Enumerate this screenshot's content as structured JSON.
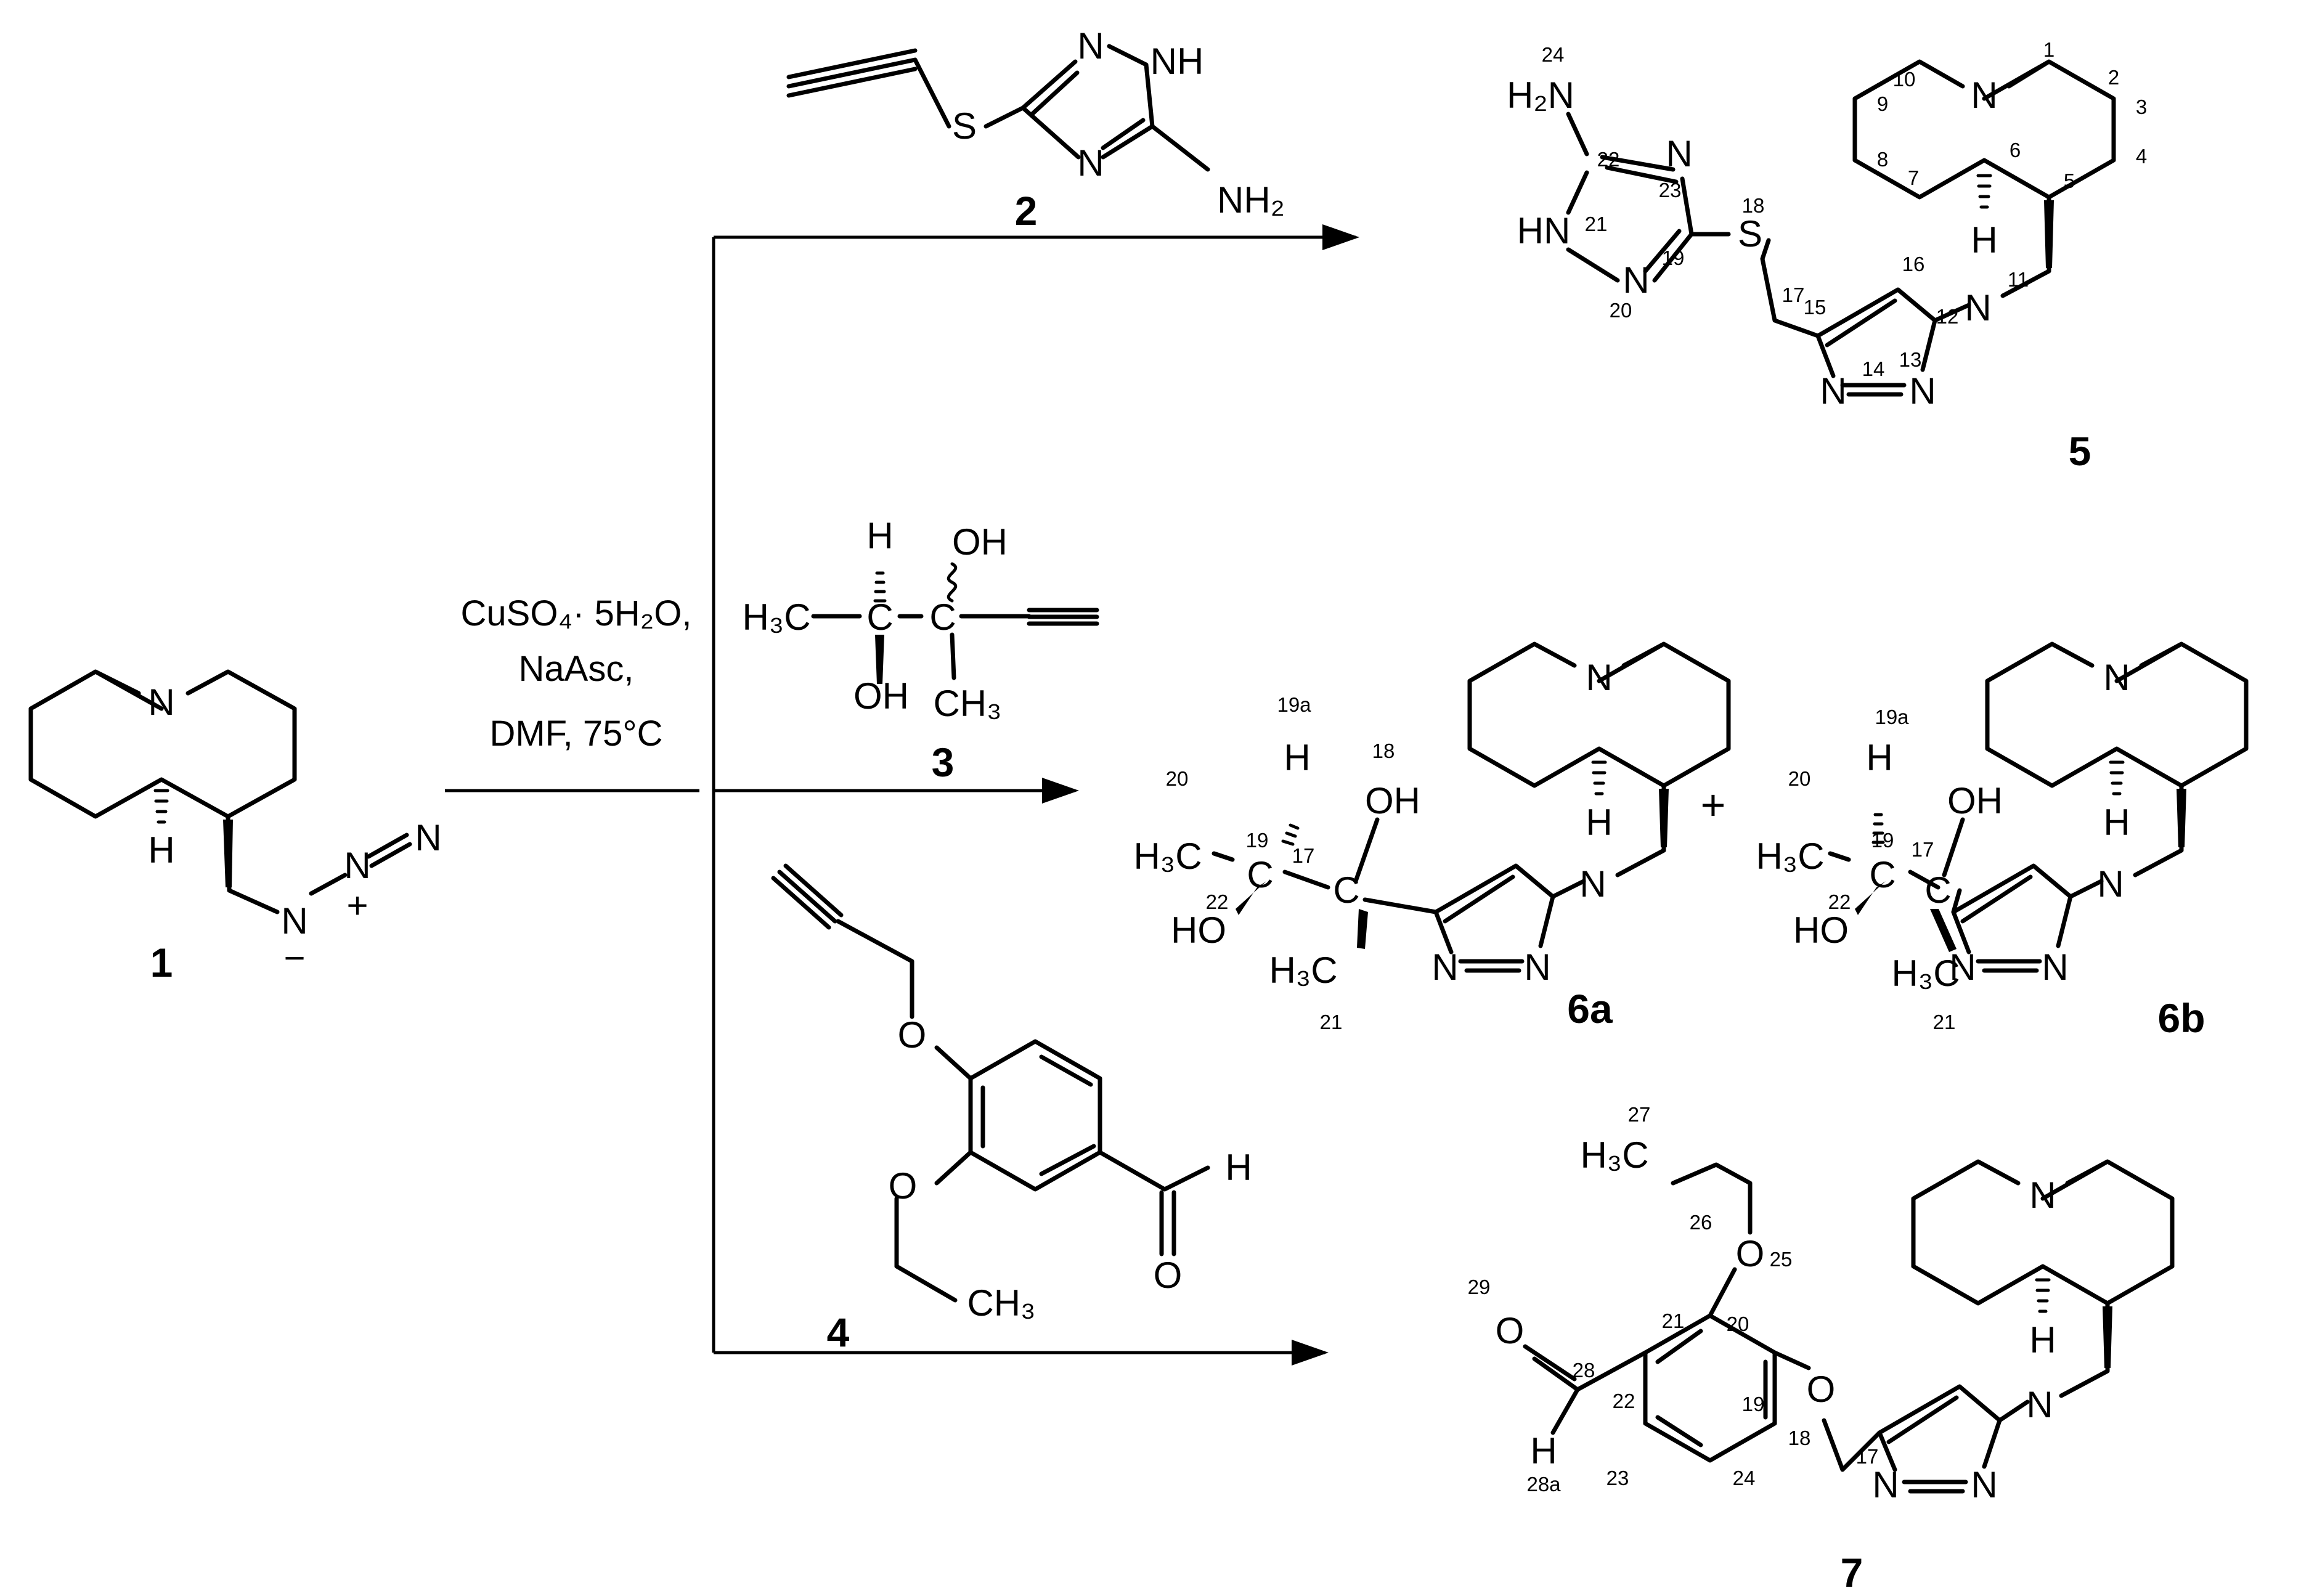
{
  "conditions": {
    "line1": "CuSO₄· 5H₂O,",
    "line2": "NaAsc,",
    "line3": "DMF, 75°C"
  },
  "compound_labels": {
    "c1": "1",
    "c2": "2",
    "c3": "3",
    "c4": "4",
    "c5": "5",
    "c6a": "6a",
    "c6b": "6b",
    "c7": "7"
  },
  "atom_labels": {
    "n": "N",
    "h": "H",
    "s": "S",
    "o": "O",
    "c": "C",
    "nh": "NH",
    "hn": "HN",
    "nh2": "NH₂",
    "h2n": "H₂N",
    "oh": "OH",
    "ho": "HO",
    "ch3": "CH₃",
    "h3c": "H₃C",
    "plus": "+",
    "minus": "−",
    "sum": "+"
  },
  "numbering": {
    "c5": [
      "1",
      "2",
      "3",
      "4",
      "5",
      "6",
      "7",
      "8",
      "9",
      "10",
      "11",
      "12",
      "13",
      "14",
      "15",
      "16",
      "17",
      "18",
      "19",
      "20",
      "21",
      "22",
      "23",
      "24"
    ],
    "c6": [
      "17",
      "18",
      "19",
      "19a",
      "20",
      "21",
      "22"
    ],
    "c7": [
      "17",
      "18",
      "19",
      "20",
      "21",
      "22",
      "23",
      "24",
      "25",
      "26",
      "27",
      "28",
      "28a",
      "29"
    ]
  }
}
